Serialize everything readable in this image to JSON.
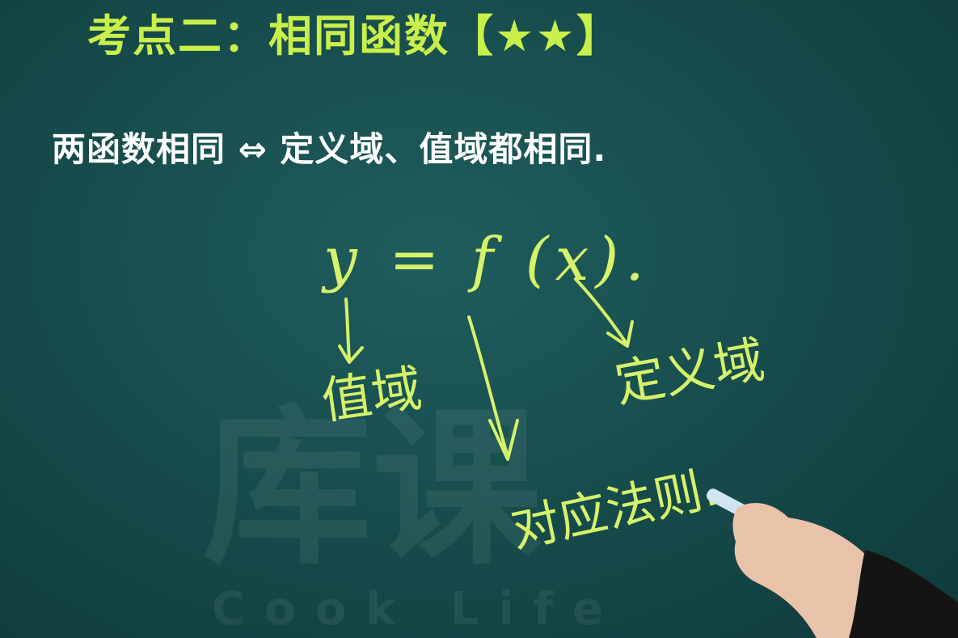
{
  "colors": {
    "board": "#1a5252",
    "title": "#c9ef4a",
    "subtitle": "#ffffff",
    "chalk": "#d6f26a",
    "watermark": "#e8f0ef"
  },
  "slide": {
    "title": "考点二：相同函数【★★】",
    "statement": "两函数相同 ⇔ 定义域、值域都相同."
  },
  "watermark": {
    "logo": "库课",
    "sub": "Cook Life"
  },
  "chalk_notes": {
    "formula": "y = f (x).",
    "range": "值域",
    "domain": "定义域",
    "rule": "对应法则."
  }
}
